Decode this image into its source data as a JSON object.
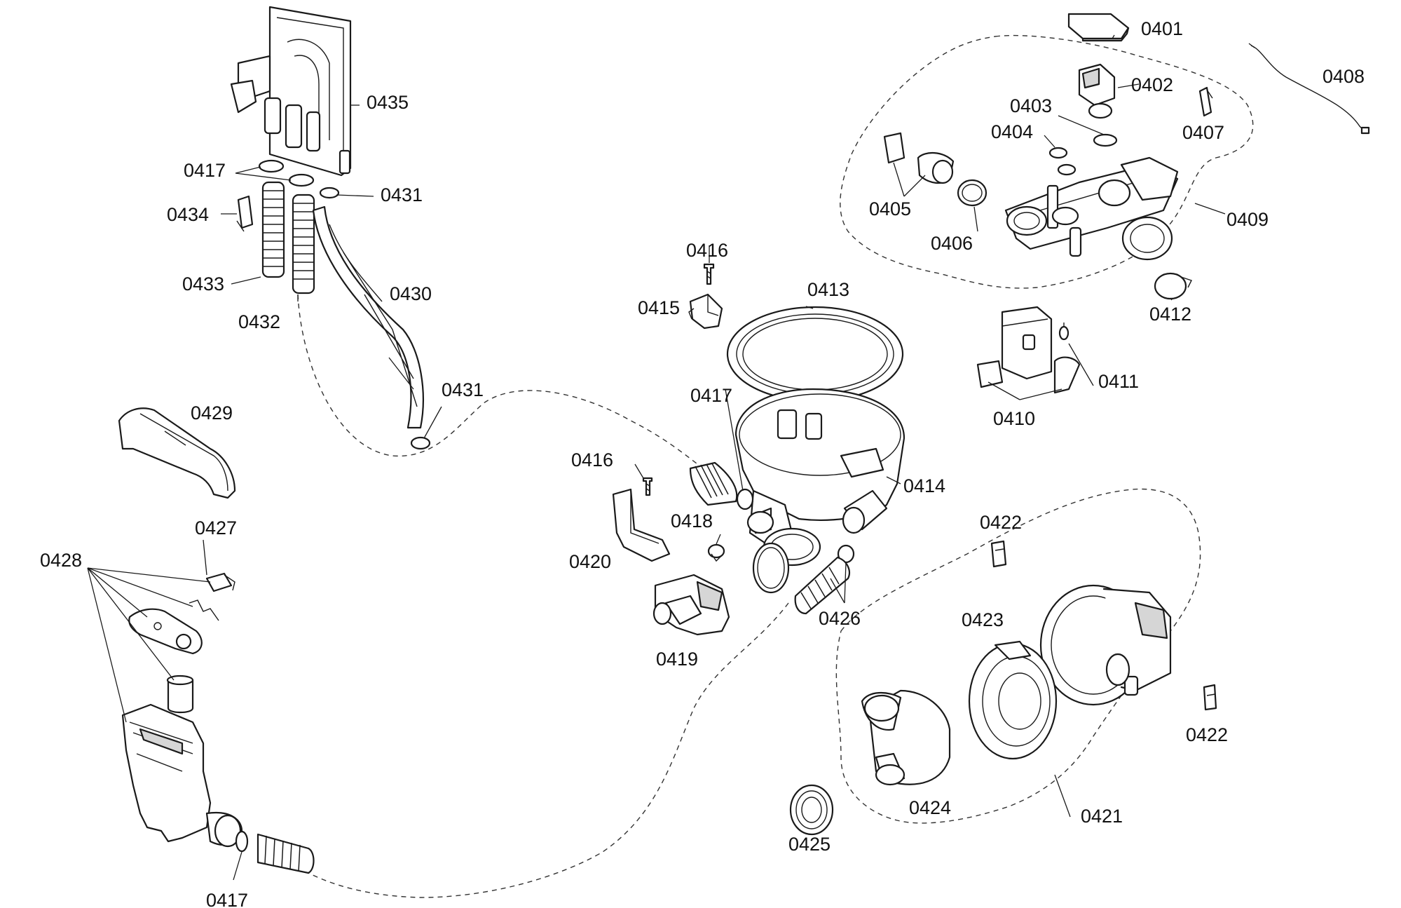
{
  "diagram": {
    "part_labels": [
      {
        "id": "p0401",
        "text": "0401"
      },
      {
        "id": "p0402",
        "text": "0402"
      },
      {
        "id": "p0403",
        "text": "0403"
      },
      {
        "id": "p0404",
        "text": "0404"
      },
      {
        "id": "p0405",
        "text": "0405"
      },
      {
        "id": "p0406",
        "text": "0406"
      },
      {
        "id": "p0407",
        "text": "0407"
      },
      {
        "id": "p0408",
        "text": "0408"
      },
      {
        "id": "p0409",
        "text": "0409"
      },
      {
        "id": "p0410",
        "text": "0410"
      },
      {
        "id": "p0411",
        "text": "0411"
      },
      {
        "id": "p0412",
        "text": "0412"
      },
      {
        "id": "p0413",
        "text": "0413"
      },
      {
        "id": "p0414",
        "text": "0414"
      },
      {
        "id": "p0415",
        "text": "0415"
      },
      {
        "id": "p0416a",
        "text": "0416"
      },
      {
        "id": "p0416b",
        "text": "0416"
      },
      {
        "id": "p0417a",
        "text": "0417"
      },
      {
        "id": "p0417b",
        "text": "0417"
      },
      {
        "id": "p0417c",
        "text": "0417"
      },
      {
        "id": "p0418",
        "text": "0418"
      },
      {
        "id": "p0419",
        "text": "0419"
      },
      {
        "id": "p0420",
        "text": "0420"
      },
      {
        "id": "p0421",
        "text": "0421"
      },
      {
        "id": "p0422a",
        "text": "0422"
      },
      {
        "id": "p0422b",
        "text": "0422"
      },
      {
        "id": "p0423",
        "text": "0423"
      },
      {
        "id": "p0424",
        "text": "0424"
      },
      {
        "id": "p0425",
        "text": "0425"
      },
      {
        "id": "p0426",
        "text": "0426"
      },
      {
        "id": "p0427",
        "text": "0427"
      },
      {
        "id": "p0428",
        "text": "0428"
      },
      {
        "id": "p0429",
        "text": "0429"
      },
      {
        "id": "p0430",
        "text": "0430"
      },
      {
        "id": "p0431a",
        "text": "0431"
      },
      {
        "id": "p0431b",
        "text": "0431"
      },
      {
        "id": "p0432",
        "text": "0432"
      },
      {
        "id": "p0433",
        "text": "0433"
      },
      {
        "id": "p0434",
        "text": "0434"
      },
      {
        "id": "p0435",
        "text": "0435"
      }
    ]
  }
}
